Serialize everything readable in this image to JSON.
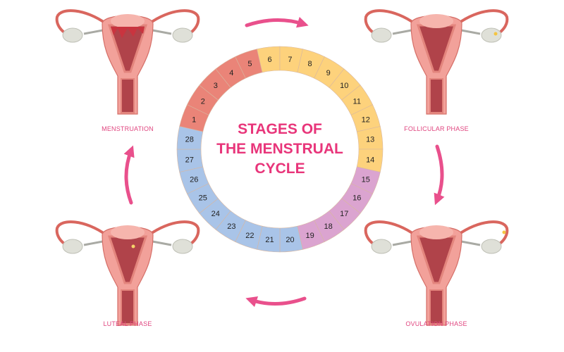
{
  "title_lines": [
    "STAGES OF",
    "THE MENSTRUAL",
    "CYCLE"
  ],
  "phases": [
    {
      "label": "MENSTRUATION",
      "days": [
        1,
        5
      ],
      "color": "#ea8478"
    },
    {
      "label": "FOLLICULAR PHASE",
      "days": [
        6,
        14
      ],
      "color": "#fdd27c"
    },
    {
      "label": "OVULATION PHASE",
      "days": [
        15,
        19
      ],
      "color": "#dba4d0"
    },
    {
      "label": "LUTEAL PHASE",
      "days": [
        20,
        28
      ],
      "color": "#a9c4e8"
    }
  ],
  "cycle_days": 28,
  "colors": {
    "accent": "#e8357a",
    "arrow": "#e9508c",
    "uterus": "#f2a19a",
    "uterus_dark": "#c9343f",
    "ovary": "#dfe0d8"
  }
}
